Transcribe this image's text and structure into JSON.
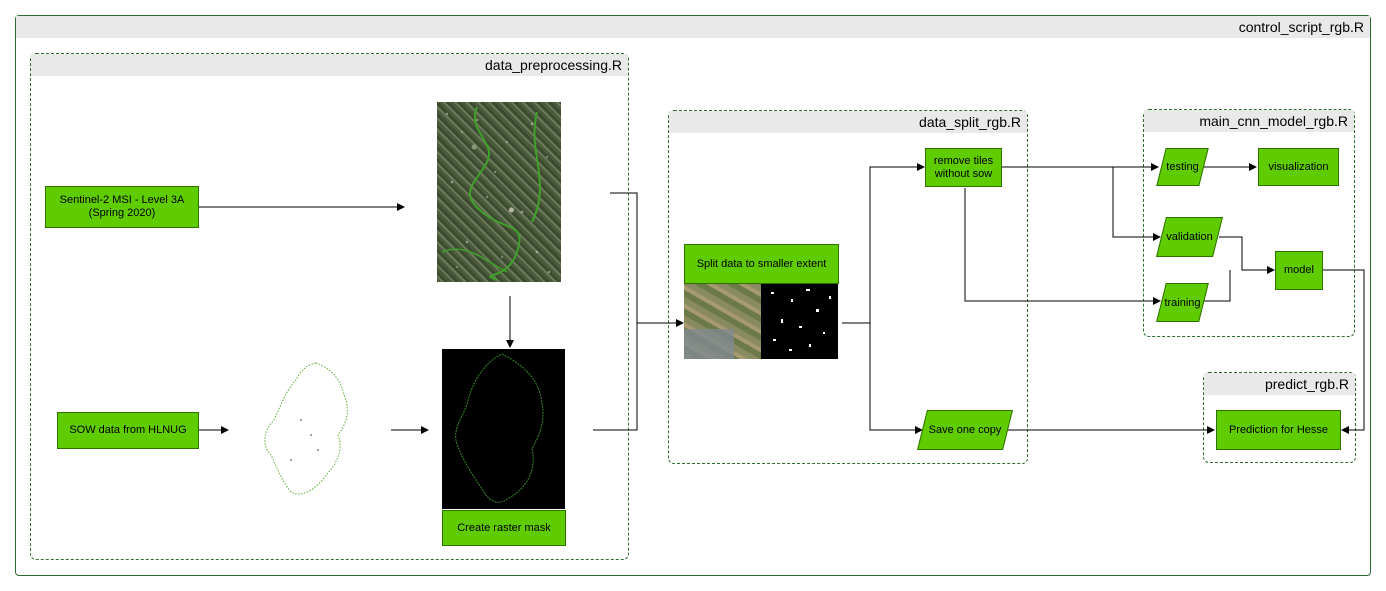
{
  "outer": {
    "title": "control_script_rgb.R"
  },
  "preprocessing": {
    "title": "data_preprocessing.R",
    "sentinel_label": "Sentinel-2 MSI - Level 3A\n(Spring 2020)",
    "sow_label": "SOW data from HLNUG",
    "mask_label": "Create raster mask"
  },
  "split": {
    "title": "data_split_rgb.R",
    "split_label": "Split data to smaller extent",
    "remove_label": "remove tiles\nwithout sow",
    "save_label": "Save one copy"
  },
  "model": {
    "title": "main_cnn_model_rgb.R",
    "testing_label": "testing",
    "validation_label": "validation",
    "training_label": "training",
    "visualization_label": "visualization",
    "model_label": "model"
  },
  "predict": {
    "title": "predict_rgb.R",
    "prediction_label": "Prediction for Hesse"
  },
  "colors": {
    "box_fill": "#5fcc00",
    "box_border": "#2f6f00",
    "frame": "#2e6b2e",
    "header": "#e9e9e9"
  }
}
